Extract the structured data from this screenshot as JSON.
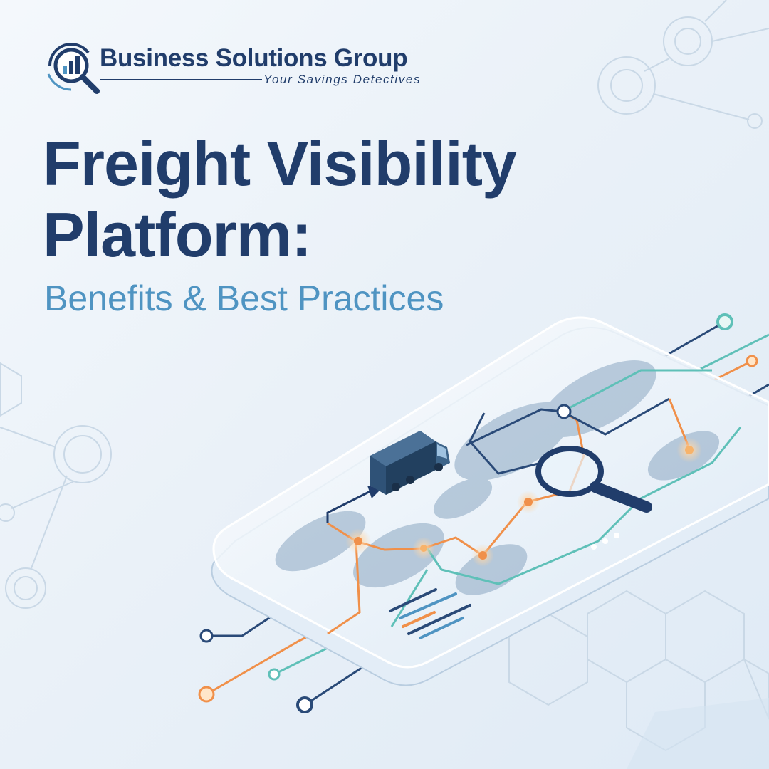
{
  "brand": {
    "name": "Business Solutions Group",
    "tagline": "Your Savings Detectives"
  },
  "headline": {
    "line1": "Freight Visibility",
    "line2": "Platform:",
    "subtitle": "Benefits & Best Practices"
  },
  "icons": [
    "magnifier-bar-chart-logo-icon",
    "truck-icon",
    "magnifying-glass-icon",
    "world-map-icon",
    "arrow-icon",
    "network-node-icon",
    "hexagon-icon"
  ],
  "colors": {
    "navy": "#213d6b",
    "light_blue": "#4f94c2",
    "orange": "#f0904a",
    "teal": "#5fc0b8",
    "background": "#eaf1f8"
  }
}
